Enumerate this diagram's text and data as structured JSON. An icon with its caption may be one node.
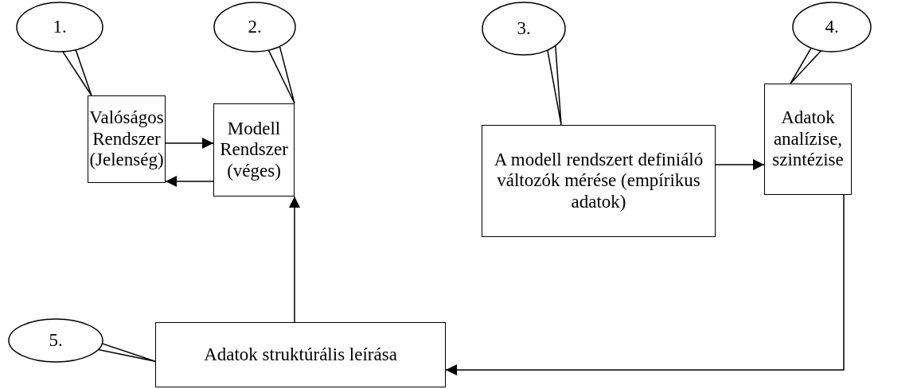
{
  "diagram": {
    "nodes": [
      {
        "text": [
          "1."
        ]
      },
      {
        "text": [
          "Valóságos Rendszer (Jelenség)"
        ]
      },
      {
        "text": [
          "2."
        ]
      },
      {
        "text": [
          "Modell Rendszer (véges)"
        ]
      },
      {
        "text": [
          "3."
        ]
      },
      {
        "text": [
          "A modell rendszert definiáló változók mérése (empírikus adatok)"
        ]
      },
      {
        "text": [
          "4."
        ]
      },
      {
        "text": [
          "Adatok analízise, szintézise"
        ]
      },
      {
        "text": [
          "5."
        ]
      },
      {
        "text": [
          "Adatok struktúrális leírása"
        ]
      }
    ],
    "edges": [
      {
        "from": 0,
        "to": 1,
        "arrow": "none"
      },
      {
        "from": 2,
        "to": 3,
        "arrow": "none"
      },
      {
        "from": 4,
        "to": 5,
        "arrow": "none"
      },
      {
        "from": 6,
        "to": 7,
        "arrow": "none"
      },
      {
        "from": 8,
        "to": 9,
        "arrow": "none"
      },
      {
        "from": 1,
        "to": 3,
        "arrow": "to"
      },
      {
        "from": 3,
        "to": 1,
        "arrow": "to"
      },
      {
        "from": 5,
        "to": 7,
        "arrow": "to"
      },
      {
        "from": 7,
        "to": 9,
        "arrow": "to"
      },
      {
        "from": 9,
        "to": 3,
        "arrow": "to"
      }
    ]
  }
}
